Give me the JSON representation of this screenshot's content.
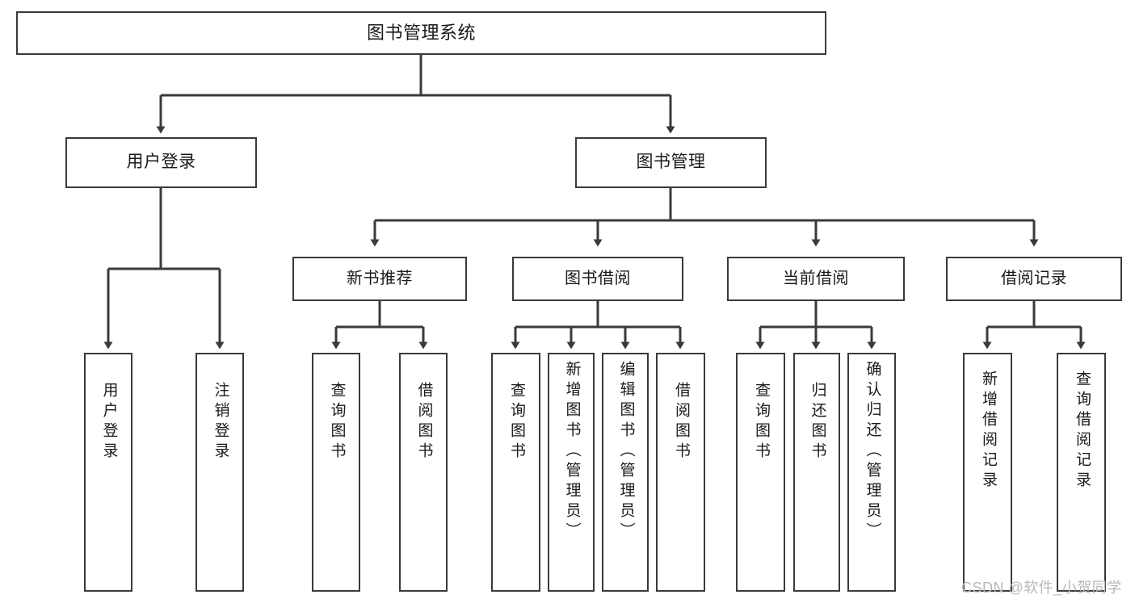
{
  "diagram": {
    "title": "图书管理系统",
    "type": "tree-hierarchy",
    "root": {
      "label": "图书管理系统"
    },
    "level2": [
      {
        "label": "用户登录"
      },
      {
        "label": "图书管理"
      }
    ],
    "level3": [
      {
        "label": "新书推荐"
      },
      {
        "label": "图书借阅"
      },
      {
        "label": "当前借阅"
      },
      {
        "label": "借阅记录"
      }
    ],
    "leaves": {
      "user_login": [
        {
          "label": "用户登录"
        },
        {
          "label": "注销登录"
        }
      ],
      "new_book_recommend": [
        {
          "label": "查询图书"
        },
        {
          "label": "借阅图书"
        }
      ],
      "book_borrow": [
        {
          "label": "查询图书"
        },
        {
          "label": "新增图书（管理员）"
        },
        {
          "label": "编辑图书（管理员）"
        },
        {
          "label": "借阅图书"
        }
      ],
      "current_borrow": [
        {
          "label": "查询图书"
        },
        {
          "label": "归还图书"
        },
        {
          "label": "确认归还（管理员）"
        }
      ],
      "borrow_record": [
        {
          "label": "新增借阅记录"
        },
        {
          "label": "查询借阅记录"
        }
      ]
    }
  },
  "watermark": {
    "text": "CSDN @软件_小贺同学"
  },
  "colors": {
    "stroke": "#3a3a3a",
    "text": "#1a1a1a",
    "background": "#ffffff",
    "watermark": "#b8b8b8"
  }
}
